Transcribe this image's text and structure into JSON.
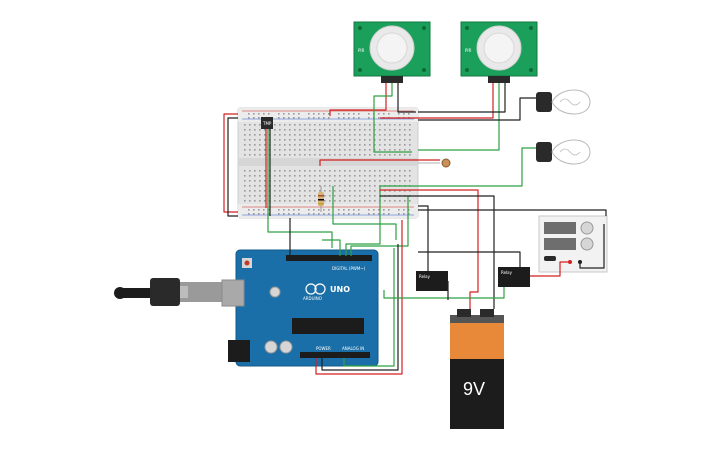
{
  "pir_sensors": [
    {
      "label": "PIR"
    },
    {
      "label": "PIR"
    }
  ],
  "arduino": {
    "brand": "ARDUINO",
    "model": "UNO",
    "digital_label": "DIGITAL (PWM~)",
    "power_label": "POWER",
    "analog_label": "ANALOG IN"
  },
  "battery": {
    "label": "9V"
  },
  "relays": [
    {
      "label": "Relay"
    },
    {
      "label": "Relay"
    }
  ],
  "sensor_chip": {
    "label": "TMP"
  },
  "colors": {
    "board_blue": "#1b6fa8",
    "pir_green": "#1aa05a",
    "wire_red": "#d42020",
    "wire_green": "#2ea043",
    "wire_black": "#222222",
    "battery_orange": "#e8893a"
  }
}
